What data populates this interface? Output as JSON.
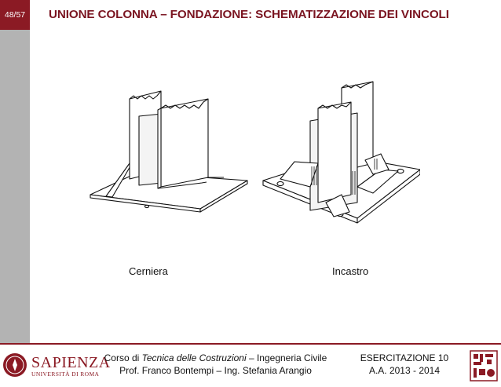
{
  "header": {
    "page_number": "48/57",
    "title": "UNIONE COLONNA – FONDAZIONE: SCHEMATIZZAZIONE DEI VINCOLI"
  },
  "figure": {
    "left_label": "Cerniera",
    "right_label": "Incastro"
  },
  "footer": {
    "course_prefix": "Corso di ",
    "course_italic": "Tecnica delle Costruzioni",
    "course_suffix": " – Ingegneria Civile",
    "professors": "Prof. Franco Bontempi – Ing. Stefania Arangio",
    "exercise": "ESERCITAZIONE 10",
    "academic_year": "A.A. 2013 - 2014",
    "university_name": "SAPIENZA",
    "university_sub": "UNIVERSITÀ DI ROMA"
  },
  "colors": {
    "accent": "#8b1a24",
    "sidebar": "#b3b3b3"
  }
}
